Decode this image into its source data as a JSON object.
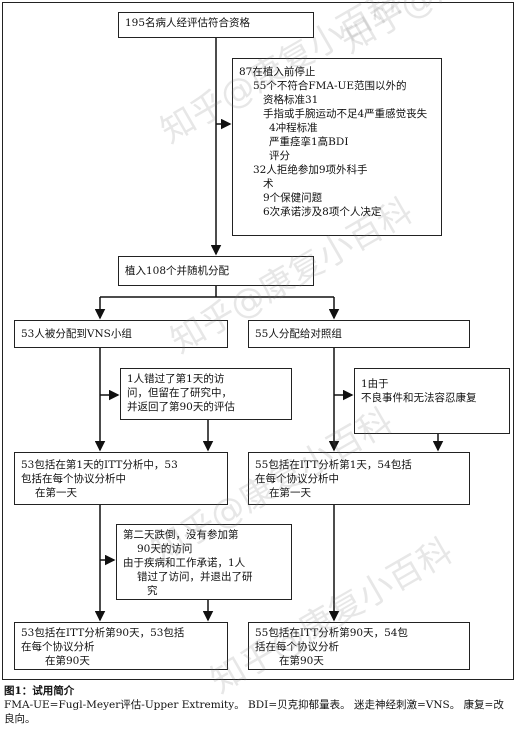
{
  "boxes": {
    "assessed": "195名病人经评估符合资格",
    "excluded": [
      "87在植入前停止",
      "55个不符合FMA-UE范围以外的",
      "资格标准31",
      "手指或手腕运动不足4严重感觉丧失",
      "4冲程标准",
      "严重痉挛1高BDI",
      "评分",
      "32人拒绝参加9项外科手",
      "术",
      "9个保健问题",
      "6次承诺涉及8项个人决定"
    ],
    "randomized": "植入108个并随机分配",
    "vns_group": "53人被分配到VNS小组",
    "control_group": "55人分配给对照组",
    "vns_note1": [
      "1人错过了第1天的访",
      "问，但留在了研究中，",
      "并返回了第90天的评估"
    ],
    "control_note1": [
      "1由于",
      "不良事件和无法容忍康复"
    ],
    "vns_day1": [
      "53包括在第1天的ITT分析中，53",
      "包括在每个协议分析中",
      "在第一天"
    ],
    "control_day1": [
      "55包括在ITT分析第1天，54包括",
      "在每个协议分析中",
      "在第一天"
    ],
    "vns_note2": [
      "第二天跌倒，没有参加第",
      "90天的访问",
      "由于疾病和工作承诺，1人",
      "错过了访问，并退出了研",
      "究"
    ],
    "vns_day90": [
      "53包括在ITT分析第90天，53包括",
      "在每个协议分析",
      "在第90天"
    ],
    "control_day90": [
      "55包括在ITT分析第90天，54包",
      "括在每个协议分析",
      "在第90天"
    ]
  },
  "caption": {
    "figure": "图1：试用简介",
    "note": "FMA-UE=Fugl-Meyer评估-Upper Extremity。 BDI=贝克抑郁量表。 迷走神经刺激=VNS。 康复=改良向。"
  },
  "watermarks": [
    "知乎@康复小百科",
    "知乎@康复小百科",
    "知乎@康复小百科",
    "知乎@康复小百科",
    "知乎@康复小百科"
  ]
}
